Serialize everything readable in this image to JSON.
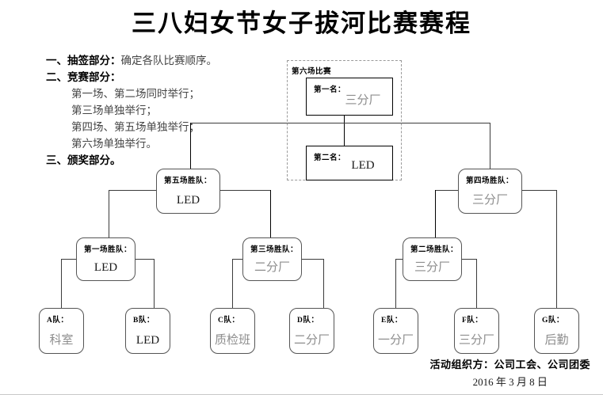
{
  "title": "三八妇女节女子拔河比赛赛程",
  "notes": [
    {
      "head": "一、抽签部分：",
      "body": "确定各队比赛顺序。",
      "indent": false
    },
    {
      "head": "二、竞赛部分：",
      "body": "",
      "indent": false
    },
    {
      "head": "",
      "body": "第一场、第二场同时举行；",
      "indent": true
    },
    {
      "head": "",
      "body": "第三场单独举行；",
      "indent": true
    },
    {
      "head": "",
      "body": "第四场、第五场单独举行；",
      "indent": true
    },
    {
      "head": "",
      "body": "第六场单独举行。",
      "indent": true
    },
    {
      "head": "三、颁奖部分。",
      "body": "",
      "indent": false
    }
  ],
  "final_group": {
    "label": "第六场比赛",
    "first": {
      "label": "第一名：",
      "value": "三分厂",
      "value_style": "cn"
    },
    "second": {
      "label": "第二名：",
      "value": "LED",
      "value_style": "en"
    }
  },
  "semifinals": [
    {
      "label": "第五场胜队：",
      "value": "LED",
      "value_style": "en"
    },
    {
      "label": "第四场胜队：",
      "value": "三分厂",
      "value_style": "cn"
    }
  ],
  "quarterfinals": [
    {
      "label": "第一场胜队：",
      "value": "LED",
      "value_style": "en"
    },
    {
      "label": "第三场胜队：",
      "value": "二分厂",
      "value_style": "cn"
    },
    {
      "label": "第二场胜队：",
      "value": "三分厂",
      "value_style": "cn"
    }
  ],
  "teams": [
    {
      "label": "A队：",
      "value": "科室",
      "value_style": "cn"
    },
    {
      "label": "B队：",
      "value": "LED",
      "value_style": "en"
    },
    {
      "label": "C队：",
      "value": "质检班",
      "value_style": "cn"
    },
    {
      "label": "D队：",
      "value": "二分厂",
      "value_style": "cn"
    },
    {
      "label": "E队：",
      "value": "一分厂",
      "value_style": "cn"
    },
    {
      "label": "F队：",
      "value": "三分厂",
      "value_style": "cn"
    },
    {
      "label": "G队：",
      "value": "后勤",
      "value_style": "cn"
    }
  ],
  "footer": {
    "organizer": "活动组织方：公司工会、公司团委",
    "date": "2016 年 3 月 8 日"
  },
  "colors": {
    "text": "#000000",
    "value_cn": "#8d8d8d",
    "value_en": "#1a1a1a",
    "line": "#3b3b3b",
    "dashed_border": "#9a9a9a"
  }
}
